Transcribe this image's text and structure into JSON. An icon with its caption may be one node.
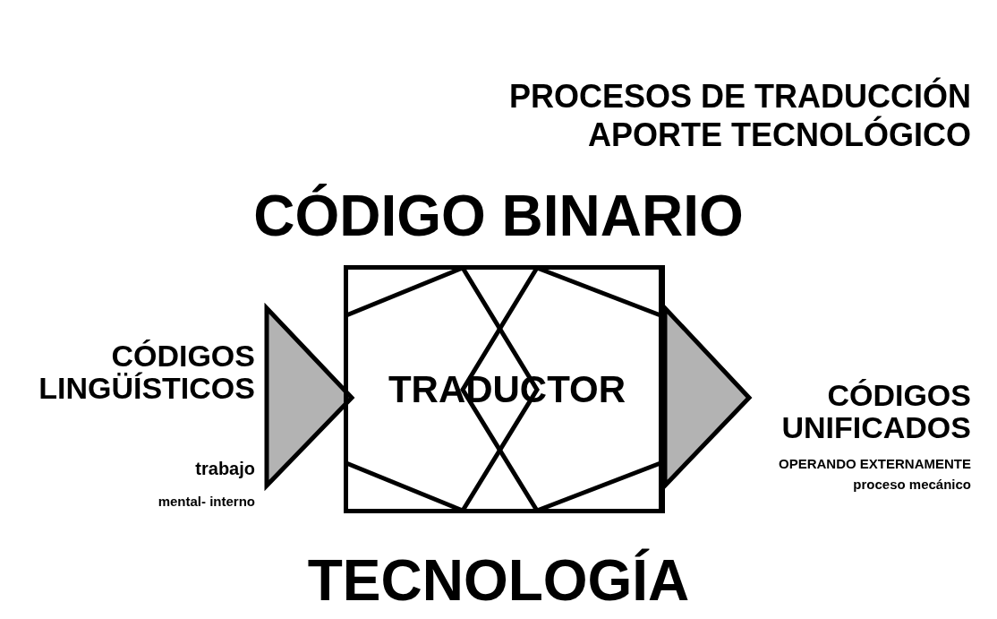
{
  "diagram": {
    "title": "PROCESOS DE TRADUCCIÓN APORTE TECNOLÓGICO",
    "nodes": [
      {
        "text": [
          "TRADUCTOR"
        ]
      }
    ],
    "labels": [
      "CÓDIGO BINARIO",
      "CÓDIGOS LINGÜÍSTICOS",
      "trabajo",
      "mental- interno",
      "CÓDIGOS UNIFICADOS",
      "OPERANDO EXTERNAMENTE",
      "proceso mecánico",
      "TECNOLOGÍA"
    ]
  }
}
